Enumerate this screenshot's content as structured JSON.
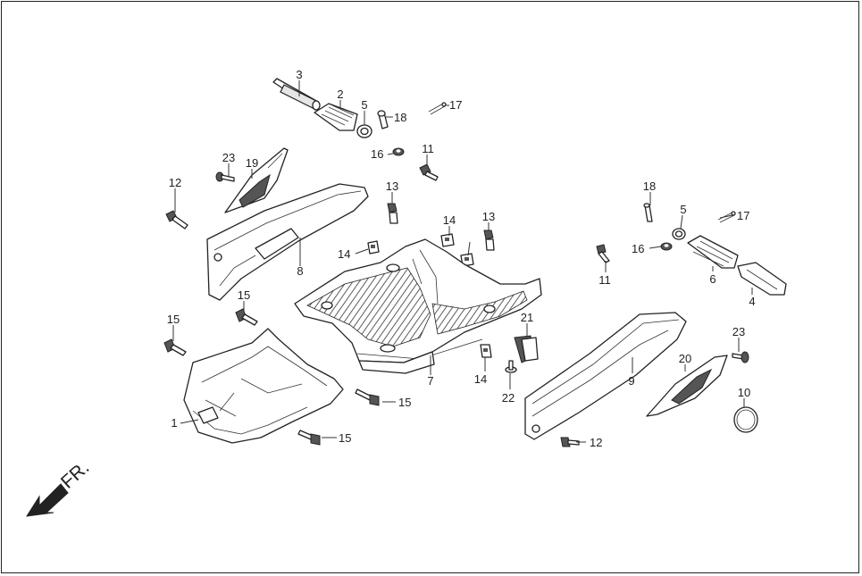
{
  "diagram": {
    "front_label": "FR.",
    "callouts": [
      {
        "id": "c3",
        "text": "3"
      },
      {
        "id": "c2",
        "text": "2"
      },
      {
        "id": "c5a",
        "text": "5"
      },
      {
        "id": "c18a",
        "text": "18"
      },
      {
        "id": "c17a",
        "text": "17"
      },
      {
        "id": "c16a",
        "text": "16"
      },
      {
        "id": "c11a",
        "text": "11"
      },
      {
        "id": "c23a",
        "text": "23"
      },
      {
        "id": "c19",
        "text": "19"
      },
      {
        "id": "c12a",
        "text": "12"
      },
      {
        "id": "c13a",
        "text": "13"
      },
      {
        "id": "c14a",
        "text": "14"
      },
      {
        "id": "c14b",
        "text": "14"
      },
      {
        "id": "c13b",
        "text": "13"
      },
      {
        "id": "c8",
        "text": "8"
      },
      {
        "id": "c15a",
        "text": "15"
      },
      {
        "id": "c15b",
        "text": "15"
      },
      {
        "id": "c15c",
        "text": "15"
      },
      {
        "id": "c15d",
        "text": "15"
      },
      {
        "id": "c1",
        "text": "1"
      },
      {
        "id": "c7",
        "text": "7"
      },
      {
        "id": "c14c",
        "text": "14"
      },
      {
        "id": "c21",
        "text": "21"
      },
      {
        "id": "c22",
        "text": "22"
      },
      {
        "id": "c18b",
        "text": "18"
      },
      {
        "id": "c5b",
        "text": "5"
      },
      {
        "id": "c17b",
        "text": "17"
      },
      {
        "id": "c16b",
        "text": "16"
      },
      {
        "id": "c11b",
        "text": "11"
      },
      {
        "id": "c6",
        "text": "6"
      },
      {
        "id": "c4",
        "text": "4"
      },
      {
        "id": "c9",
        "text": "9"
      },
      {
        "id": "c23b",
        "text": "23"
      },
      {
        "id": "c20",
        "text": "20"
      },
      {
        "id": "c10",
        "text": "10"
      },
      {
        "id": "c12b",
        "text": "12"
      }
    ]
  }
}
